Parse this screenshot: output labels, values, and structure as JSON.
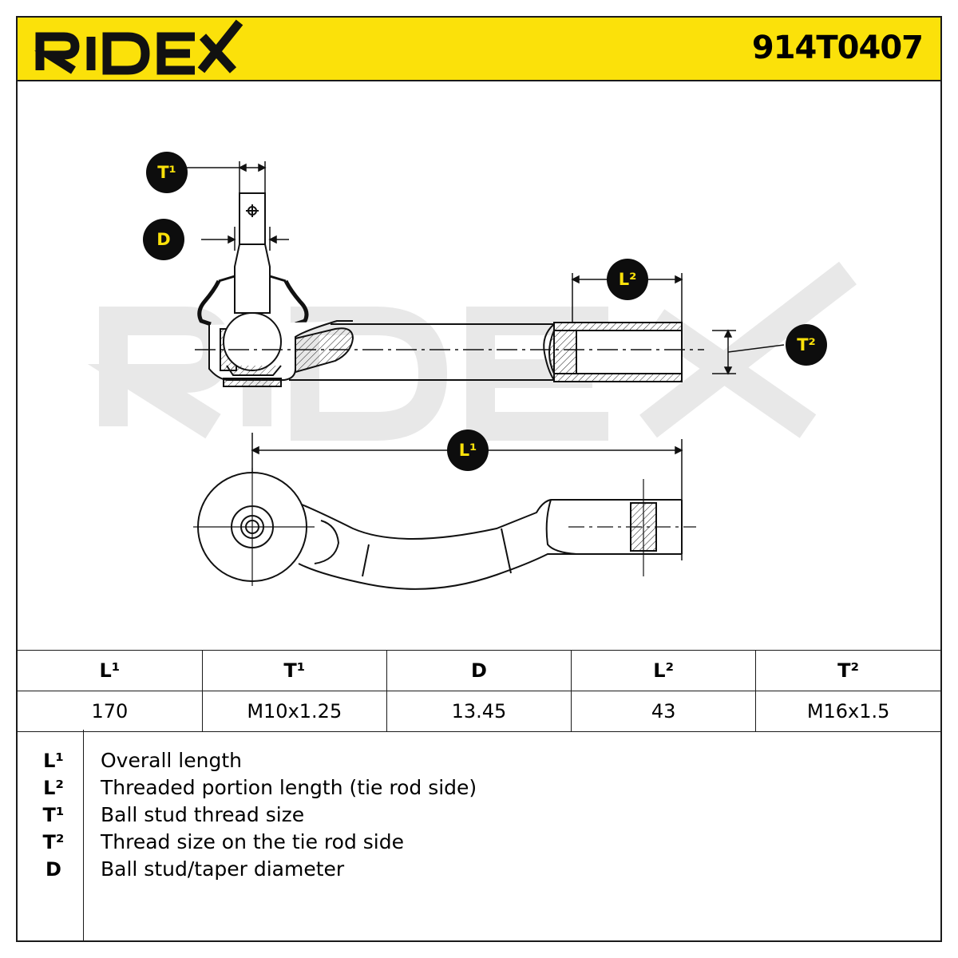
{
  "brand": {
    "name": "RIDEX",
    "color": "#FBE10A"
  },
  "part_number": "914T0407",
  "drawing": {
    "watermark": "RIDEX",
    "callouts": {
      "t1": "T¹",
      "d": "D",
      "l2": "L²",
      "t2": "T²",
      "l1": "L¹"
    }
  },
  "spec_table": {
    "headers": [
      "L¹",
      "T¹",
      "D",
      "L²",
      "T²"
    ],
    "values": [
      "170",
      "M10x1.25",
      "13.45",
      "43",
      "M16x1.5"
    ]
  },
  "legend": [
    {
      "symbol": "L¹",
      "description": "Overall length"
    },
    {
      "symbol": "L²",
      "description": "Threaded portion length (tie rod side)"
    },
    {
      "symbol": "T¹",
      "description": "Ball stud thread size"
    },
    {
      "symbol": "T²",
      "description": "Thread size on the tie rod side"
    },
    {
      "symbol": "D",
      "description": "Ball stud/taper diameter"
    }
  ]
}
